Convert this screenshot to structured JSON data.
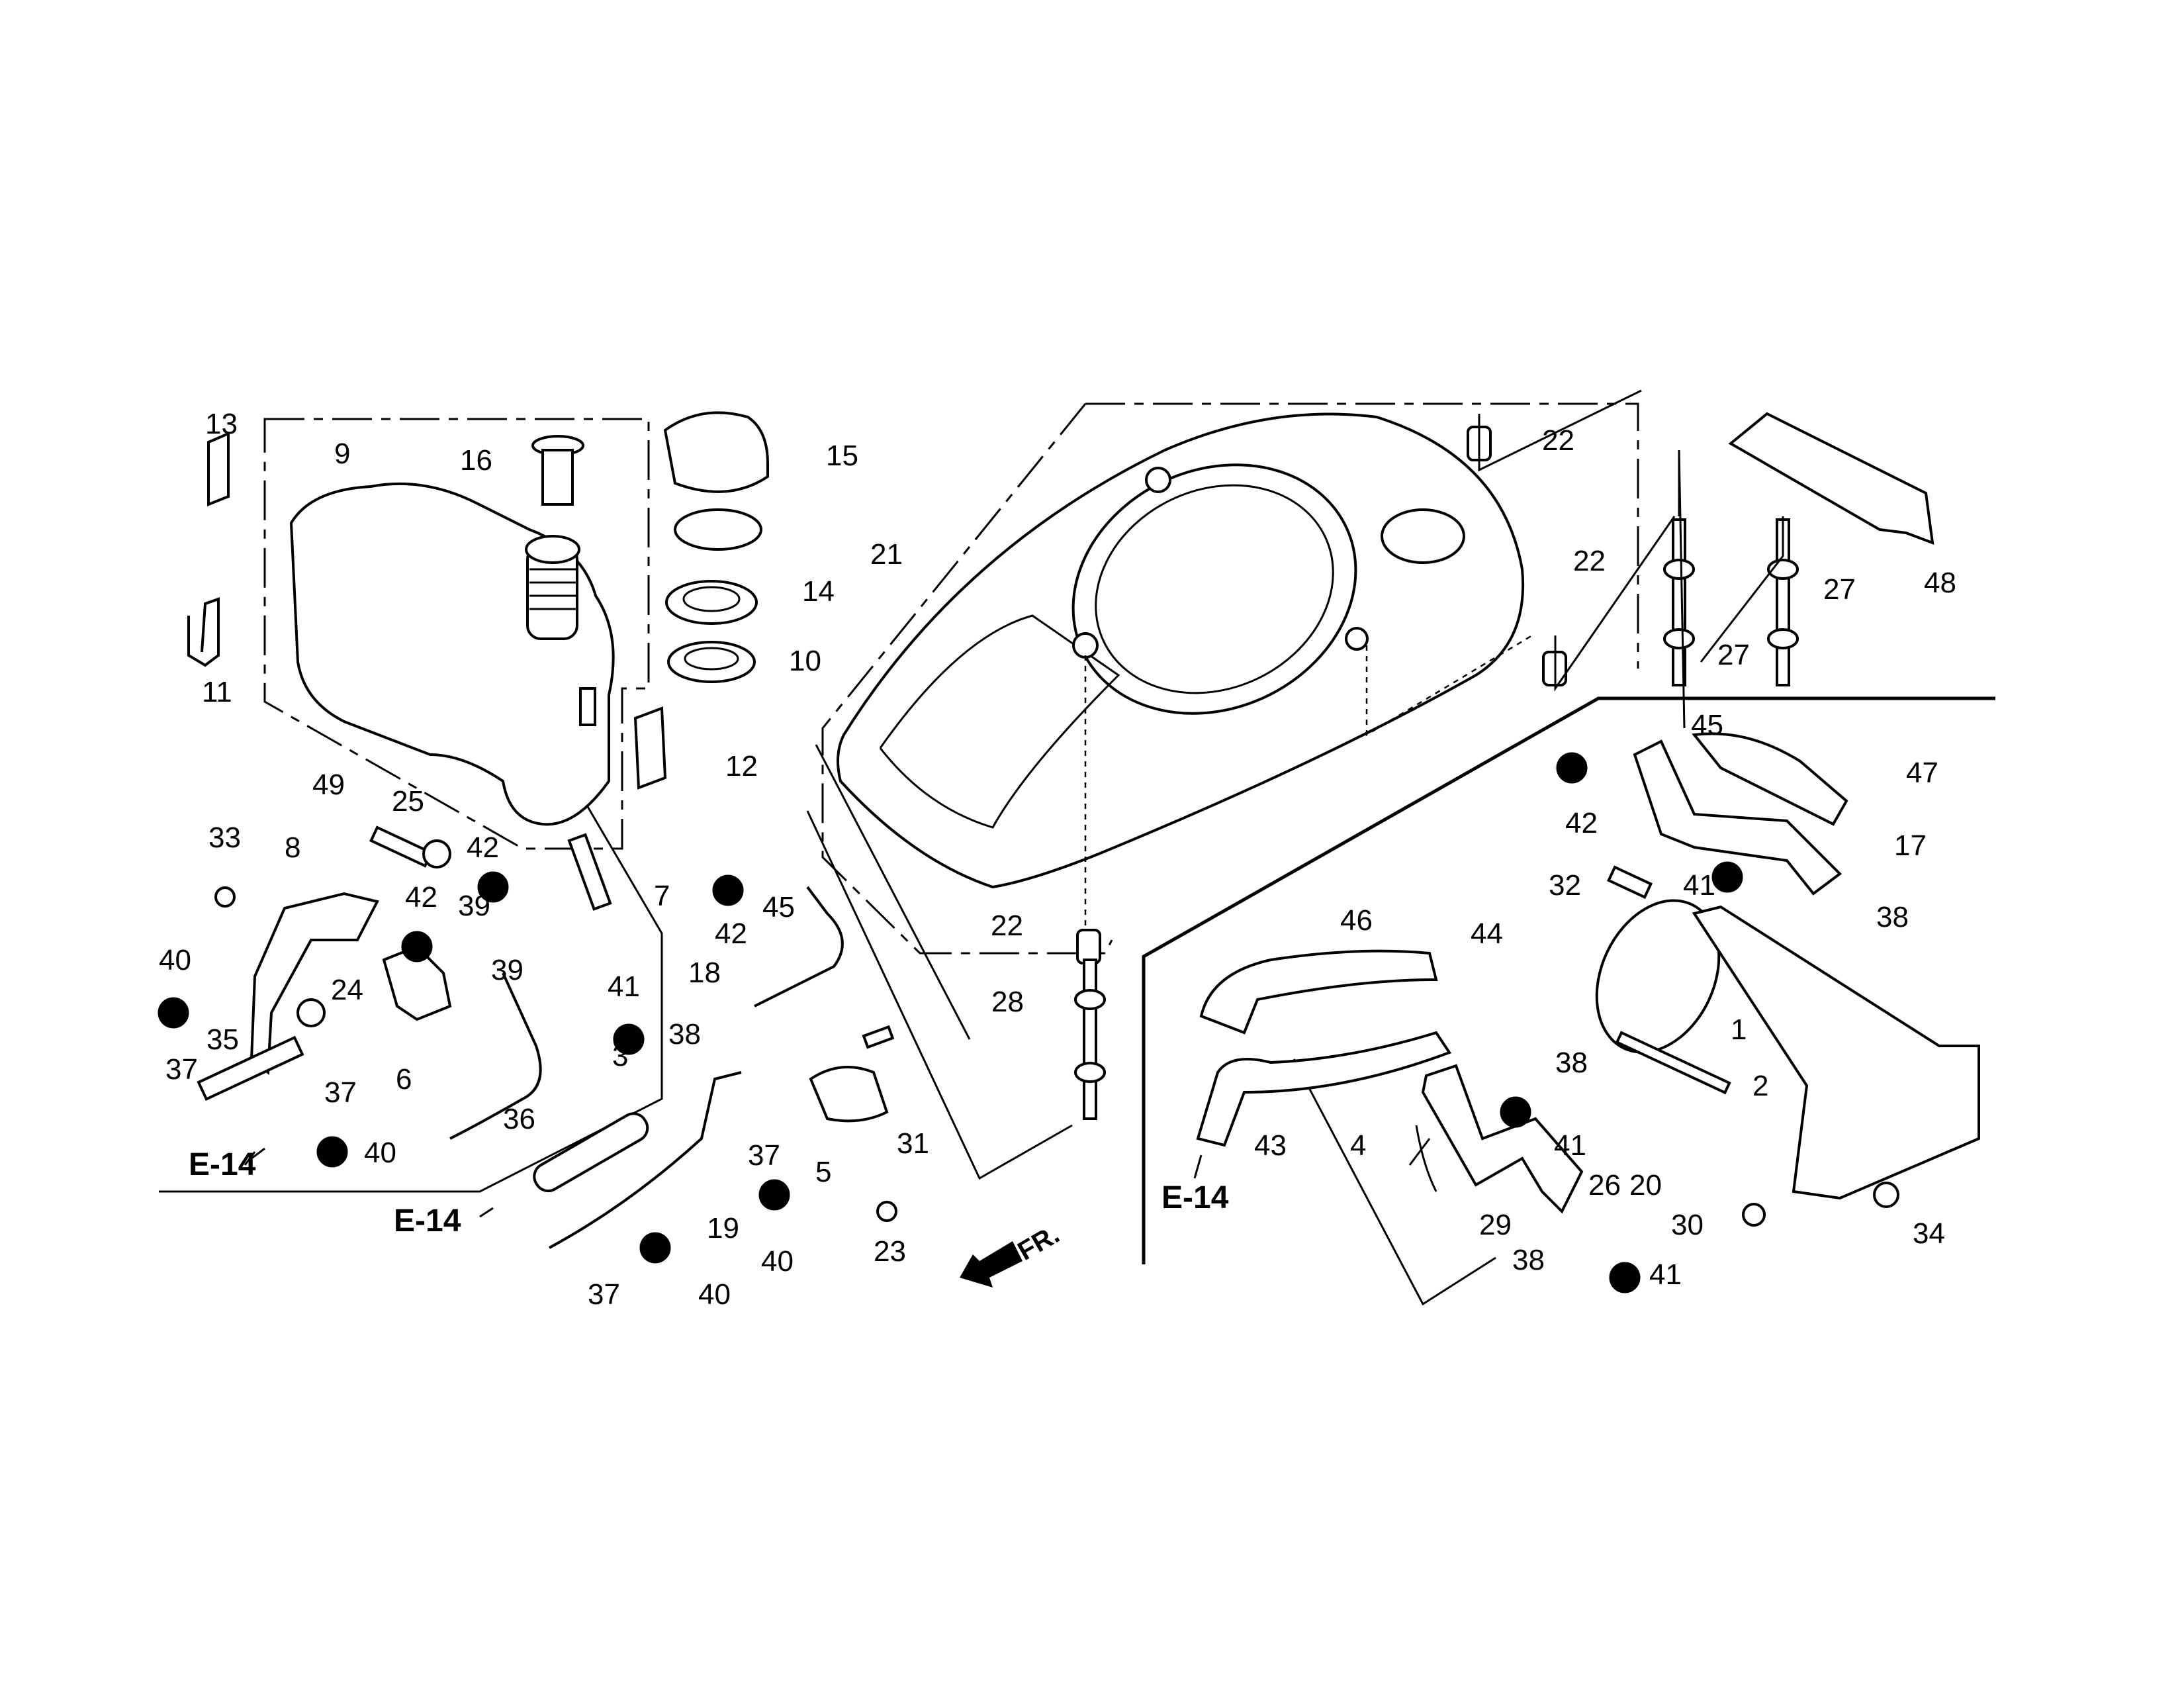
{
  "diagram": {
    "title": "Fuel tank / air shroud parts diagram",
    "front_indicator": "FR.",
    "reference_label": "E-14",
    "labels": [
      {
        "id": "p13",
        "text": "13"
      },
      {
        "id": "p9",
        "text": "9"
      },
      {
        "id": "p16",
        "text": "16"
      },
      {
        "id": "p15",
        "text": "15"
      },
      {
        "id": "p14",
        "text": "14"
      },
      {
        "id": "p10",
        "text": "10"
      },
      {
        "id": "p11",
        "text": "11"
      },
      {
        "id": "p12",
        "text": "12"
      },
      {
        "id": "p49",
        "text": "49"
      },
      {
        "id": "p25",
        "text": "25"
      },
      {
        "id": "p33",
        "text": "33"
      },
      {
        "id": "p8",
        "text": "8"
      },
      {
        "id": "p42a",
        "text": "42"
      },
      {
        "id": "p42b",
        "text": "42"
      },
      {
        "id": "p39a",
        "text": "39"
      },
      {
        "id": "p39b",
        "text": "39"
      },
      {
        "id": "p7",
        "text": "7"
      },
      {
        "id": "p40a",
        "text": "40"
      },
      {
        "id": "p24",
        "text": "24"
      },
      {
        "id": "p35",
        "text": "35"
      },
      {
        "id": "p6",
        "text": "6"
      },
      {
        "id": "p37a",
        "text": "37"
      },
      {
        "id": "p37b",
        "text": "37"
      },
      {
        "id": "p40b",
        "text": "40"
      },
      {
        "id": "p36",
        "text": "36"
      },
      {
        "id": "p41a",
        "text": "41"
      },
      {
        "id": "p3",
        "text": "3"
      },
      {
        "id": "p42c",
        "text": "42"
      },
      {
        "id": "p45a",
        "text": "45"
      },
      {
        "id": "p18",
        "text": "18"
      },
      {
        "id": "p38a",
        "text": "38"
      },
      {
        "id": "p19",
        "text": "19"
      },
      {
        "id": "p37c",
        "text": "37"
      },
      {
        "id": "p5",
        "text": "5"
      },
      {
        "id": "p31",
        "text": "31"
      },
      {
        "id": "p40c",
        "text": "40"
      },
      {
        "id": "p23",
        "text": "23"
      },
      {
        "id": "p37d",
        "text": "37"
      },
      {
        "id": "p40d",
        "text": "40"
      },
      {
        "id": "p21",
        "text": "21"
      },
      {
        "id": "p22a",
        "text": "22"
      },
      {
        "id": "p22b",
        "text": "22"
      },
      {
        "id": "p22c",
        "text": "22"
      },
      {
        "id": "p27a",
        "text": "27"
      },
      {
        "id": "p27b",
        "text": "27"
      },
      {
        "id": "p48",
        "text": "48"
      },
      {
        "id": "p28",
        "text": "28"
      },
      {
        "id": "p45b",
        "text": "45"
      },
      {
        "id": "p47",
        "text": "47"
      },
      {
        "id": "p42d",
        "text": "42"
      },
      {
        "id": "p17",
        "text": "17"
      },
      {
        "id": "p32",
        "text": "32"
      },
      {
        "id": "p41b",
        "text": "41"
      },
      {
        "id": "p38b",
        "text": "38"
      },
      {
        "id": "p46",
        "text": "46"
      },
      {
        "id": "p44",
        "text": "44"
      },
      {
        "id": "p1",
        "text": "1"
      },
      {
        "id": "p38c",
        "text": "38"
      },
      {
        "id": "p2",
        "text": "2"
      },
      {
        "id": "p43",
        "text": "43"
      },
      {
        "id": "p4",
        "text": "4"
      },
      {
        "id": "p41c",
        "text": "41"
      },
      {
        "id": "p26",
        "text": "26"
      },
      {
        "id": "p20",
        "text": "20"
      },
      {
        "id": "p29",
        "text": "29"
      },
      {
        "id": "p30",
        "text": "30"
      },
      {
        "id": "p34",
        "text": "34"
      },
      {
        "id": "p38d",
        "text": "38"
      },
      {
        "id": "p41d",
        "text": "41"
      }
    ],
    "references": [
      {
        "id": "e14a",
        "text": "E-14"
      },
      {
        "id": "e14b",
        "text": "E-14"
      },
      {
        "id": "e14c",
        "text": "E-14"
      }
    ]
  }
}
